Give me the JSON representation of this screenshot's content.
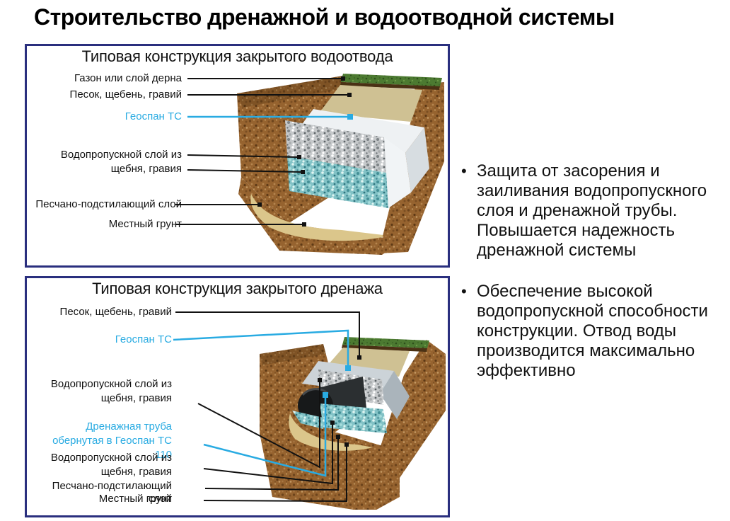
{
  "page": {
    "title": "Строительство дренажной и водоотводной системы",
    "background": "#ffffff"
  },
  "colors": {
    "accent_cyan": "#29abe2",
    "panel_border_navy": "#2a2f7e",
    "text_black": "#111111",
    "soil_brown": "#96632f",
    "grass_green": "#4c7a31",
    "sand_tan": "#cfc193",
    "gravel_gray": "#c6c9cb",
    "gravel_teal": "#82c2c6",
    "geotextile_white": "#eef1f3",
    "pipe_black": "#17191a"
  },
  "panel_top": {
    "title": "Типовая конструкция закрытого водоотвода",
    "labels": {
      "lawn": "Газон или слой дерна",
      "sand_gravel": "Песок, щебень, гравий",
      "geospan": "Геоспан ТС",
      "permeable_layer": "Водопропускной слой из щебня, гравия",
      "sand_underlay": "Песчано-подстилающий слой",
      "local_soil": "Местный грунт"
    }
  },
  "panel_bottom": {
    "title": "Типовая конструкция закрытого дренажа",
    "labels": {
      "sand_gravel": "Песок, щебень, гравий",
      "geospan": "Геоспан ТС",
      "permeable_layer_upper": "Водопропускной слой из щебня, гравия",
      "drain_pipe": "Дренажная труба обернутая в Геоспан ТС 110",
      "permeable_layer_lower": "Водопропускной слой из щебня, гравия",
      "sand_underlay": "Песчано-подстилающий слой",
      "local_soil": "Местный грунт"
    }
  },
  "benefits": {
    "bullet_char": "•",
    "items": [
      "Защита от засорения и заиливания водопропускного слоя и дренажной трубы. Повышается надежность дренажной системы",
      "Обеспечение высокой водопропускной способности конструкции. Отвод воды производится максимально эффективно"
    ]
  }
}
